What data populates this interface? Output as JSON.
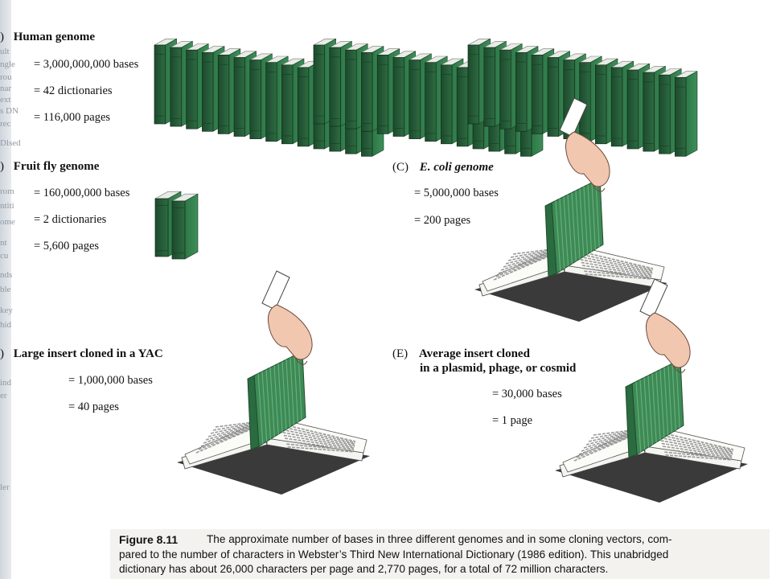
{
  "margin_fragments": [
    "ult",
    "ngle",
    "rou",
    "nar",
    "ext",
    "s DN",
    "rec",
    "Dlsed",
    "rom",
    "ntiti",
    "ome",
    "nt",
    "cu",
    "nds",
    "ble",
    "key",
    "hid",
    "ind",
    "er",
    "ler"
  ],
  "panels": {
    "A": {
      "letter": ")",
      "title": "Human genome",
      "lines": [
        "= 3,000,000,000 bases",
        "= 42 dictionaries",
        "= 116,000 pages"
      ],
      "book_count": 42
    },
    "B": {
      "letter": ")",
      "title": "Fruit fly genome",
      "lines": [
        "= 160,000,000 bases",
        "= 2 dictionaries",
        "= 5,600 pages"
      ],
      "book_count": 2
    },
    "C": {
      "letter": "(C)",
      "title": "E. coli genome",
      "lines": [
        "= 5,000,000 bases",
        "= 200 pages"
      ]
    },
    "D": {
      "letter": ")",
      "title": "Large insert cloned in a YAC",
      "lines": [
        "= 1,000,000 bases",
        "= 40 pages"
      ]
    },
    "E": {
      "letter": "(E)",
      "title_line1": "Average insert cloned",
      "title_line2": "in a plasmid, phage, or cosmid",
      "lines": [
        "= 30,000 bases",
        "= 1 page"
      ]
    }
  },
  "caption": {
    "title": "Figure 8.11",
    "line1": "The approximate number of bases in three different genomes and in some cloning vectors, com-",
    "line2": "pared to the number of characters in Webster’s Third New International Dictionary (1986 edition). This unabridged",
    "line3": "dictionary has about 26,000 characters per page and 2,770 pages, for a total of 72 million characters."
  },
  "colors": {
    "book_front": "#2f7a49",
    "book_dark": "#1f4f30",
    "book_top": "#e9ece6",
    "page_green": "#3d8a55",
    "skin": "#f1c7b0"
  }
}
